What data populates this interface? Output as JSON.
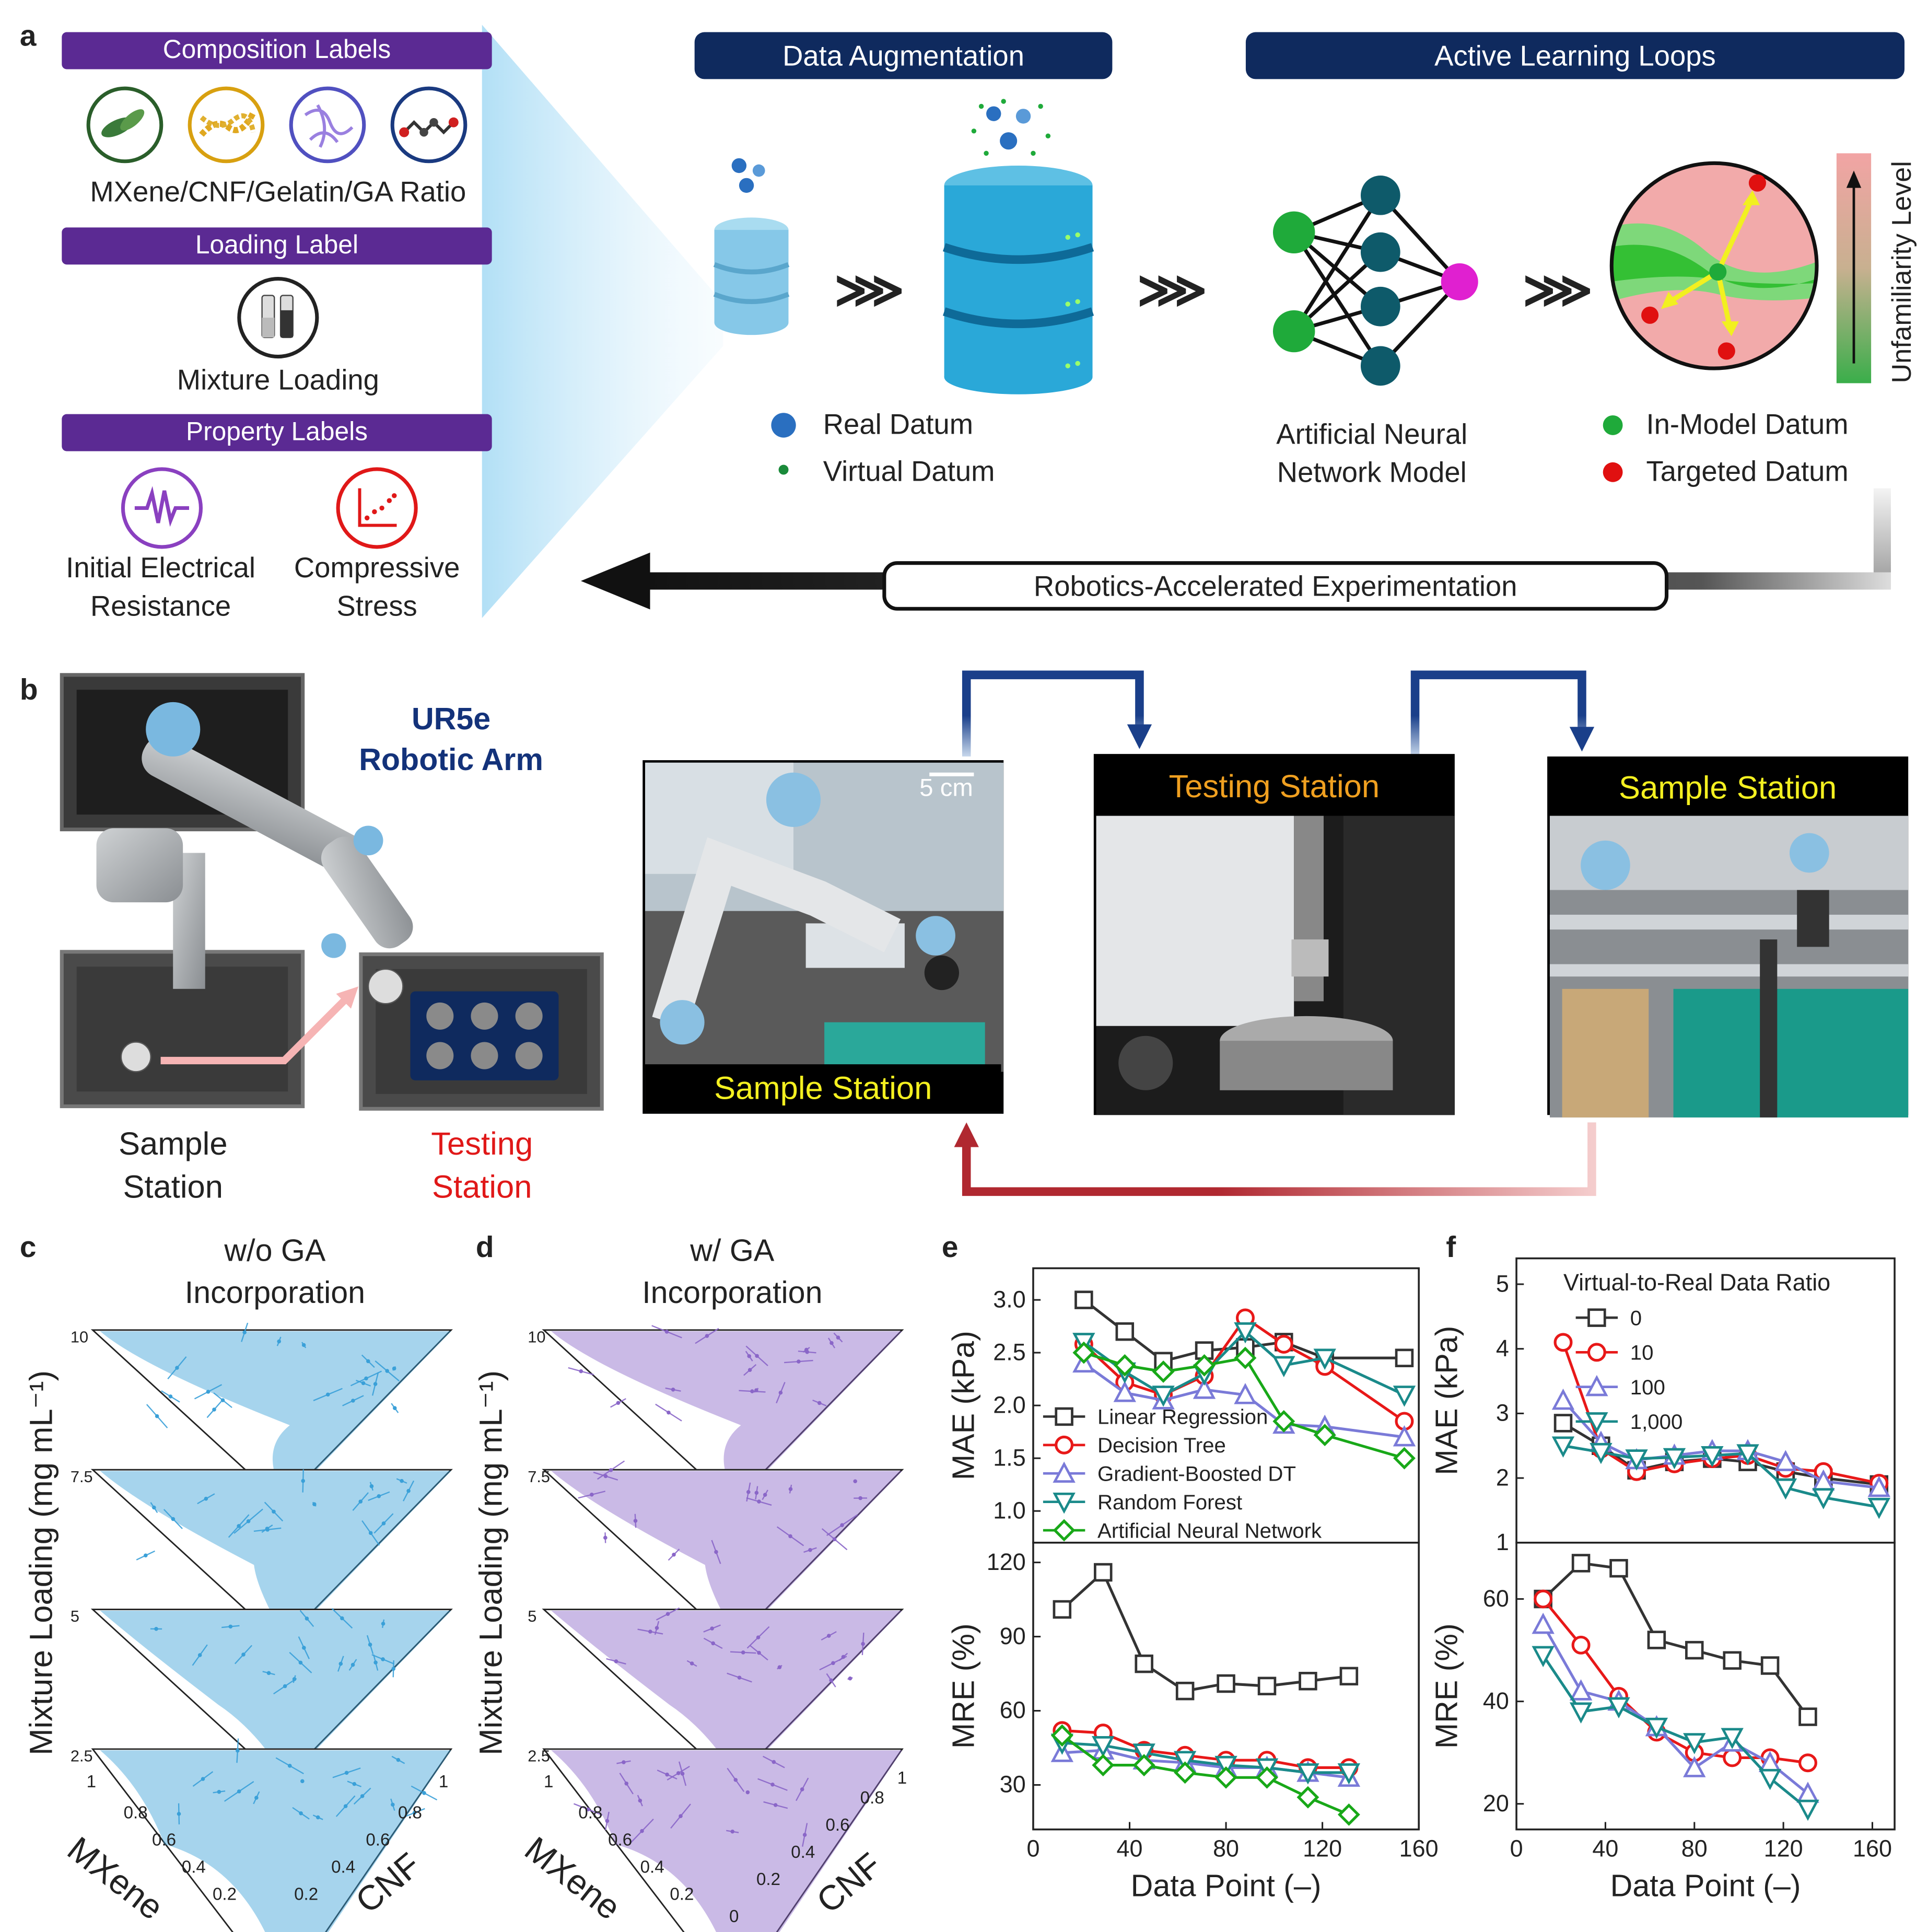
{
  "panel_labels": {
    "a": "a",
    "b": "b",
    "c": "c",
    "d": "d",
    "e": "e",
    "f": "f"
  },
  "panel_a": {
    "composition_labels": "Composition Labels",
    "composition_ratio": "MXene/CNF/Gelatin/GA Ratio",
    "loading_label": "Loading Label",
    "mixture_loading": "Mixture Loading",
    "property_labels": "Property Labels",
    "electrical_line1": "Initial Electrical",
    "electrical_line2": "Resistance",
    "stress_line1": "Compressive",
    "stress_line2": "Stress",
    "data_augmentation": "Data Augmentation",
    "active_learning": "Active Learning Loops",
    "real_datum": "Real Datum",
    "virtual_datum": "Virtual Datum",
    "ann_line1": "Artificial Neural",
    "ann_line2": "Network Model",
    "in_model": "In-Model Datum",
    "targeted": "Targeted Datum",
    "unfamiliarity": "Unfamiliarity Level",
    "robotics": "Robotics-Accelerated Experimentation",
    "chevrons": "⋙",
    "colors": {
      "purple": "#5b2a93",
      "navy": "#0f2a5e",
      "green": "#1faa3a",
      "red": "#e01010",
      "teal": "#0e5a6a",
      "magenta": "#e020d0"
    }
  },
  "panel_b": {
    "arm_line1": "UR5e",
    "arm_line2": "Robotic Arm",
    "sample_line1": "Sample",
    "sample_line2": "Station",
    "testing_line1": "Testing",
    "testing_line2": "Station",
    "scale_bar": "5 cm",
    "photo1_caption": "Sample Station",
    "photo2_caption": "Testing Station",
    "photo3_caption": "Sample Station"
  },
  "panel_c": {
    "title_line1": "w/o GA",
    "title_line2": "Incorporation",
    "color": "#3aa0d8"
  },
  "panel_d": {
    "title_line1": "w/ GA",
    "title_line2": "Incorporation",
    "color": "#8a66c8"
  },
  "ternary": {
    "ylabel": "Mixture Loading (mg mL⁻¹)",
    "levels": [
      "10",
      "7.5",
      "5",
      "2.5"
    ],
    "left_ticks": [
      "1",
      "0.8",
      "0.6",
      "0.4",
      "0.2"
    ],
    "right_ticks": [
      "0.2",
      "0.4",
      "0.6",
      "0.8",
      "1"
    ],
    "bottom_zero": "0",
    "mxene": "MXene",
    "cnf": "CNF"
  },
  "chart_data": [
    {
      "type": "line",
      "panel": "e-top",
      "xlabel": "",
      "ylabel": "MAE (kPa)",
      "ylim": [
        0.7,
        3.3
      ],
      "xlim": [
        0,
        160
      ],
      "yticks": [
        "1.0",
        "1.5",
        "2.0",
        "2.5",
        "3.0"
      ],
      "series": [
        {
          "name": "Linear Regression",
          "marker": "square",
          "color": "#333333",
          "x": [
            21,
            38,
            54,
            71,
            88,
            104,
            121,
            154
          ],
          "y": [
            3.0,
            2.7,
            2.42,
            2.52,
            2.55,
            2.6,
            2.45,
            2.45
          ]
        },
        {
          "name": "Decision Tree",
          "marker": "circle",
          "color": "#e81818",
          "x": [
            21,
            38,
            54,
            71,
            88,
            104,
            121,
            154
          ],
          "y": [
            2.58,
            2.22,
            2.1,
            2.28,
            2.83,
            2.58,
            2.37,
            1.85
          ]
        },
        {
          "name": "Gradient-Boosted DT",
          "marker": "triangle",
          "color": "#7a7ad8",
          "x": [
            21,
            38,
            54,
            71,
            88,
            104,
            121,
            154
          ],
          "y": [
            2.4,
            2.12,
            2.05,
            2.15,
            2.1,
            1.82,
            1.8,
            1.7
          ]
        },
        {
          "name": "Random Forest",
          "marker": "down-triangle",
          "color": "#1a8a8a",
          "x": [
            21,
            38,
            54,
            71,
            88,
            104,
            121,
            154
          ],
          "y": [
            2.6,
            2.32,
            2.1,
            2.3,
            2.7,
            2.38,
            2.45,
            2.1
          ]
        },
        {
          "name": "Artificial Neural Network",
          "marker": "diamond",
          "color": "#18a818",
          "x": [
            21,
            38,
            54,
            71,
            88,
            104,
            121,
            154
          ],
          "y": [
            2.5,
            2.38,
            2.32,
            2.38,
            2.45,
            1.85,
            1.72,
            1.5
          ]
        }
      ]
    },
    {
      "type": "line",
      "panel": "e-bottom",
      "xlabel": "Data Point (–)",
      "ylabel": "MRE (%)",
      "ylim": [
        12,
        128
      ],
      "xlim": [
        0,
        160
      ],
      "yticks": [
        "30",
        "60",
        "90",
        "120"
      ],
      "xticks": [
        "0",
        "40",
        "80",
        "120",
        "160"
      ],
      "series": [
        {
          "name": "Linear Regression",
          "marker": "square",
          "color": "#333333",
          "x": [
            12,
            29,
            46,
            63,
            80,
            97,
            114,
            131
          ],
          "y": [
            101,
            116,
            79,
            68,
            71,
            70,
            72,
            74
          ]
        },
        {
          "name": "Decision Tree",
          "marker": "circle",
          "color": "#e81818",
          "x": [
            12,
            29,
            46,
            63,
            80,
            97,
            114,
            131
          ],
          "y": [
            52,
            51,
            44,
            42,
            40,
            40,
            37,
            37
          ]
        },
        {
          "name": "Gradient-Boosted DT",
          "marker": "triangle",
          "color": "#7a7ad8",
          "x": [
            12,
            29,
            46,
            63,
            80,
            97,
            114,
            131
          ],
          "y": [
            43,
            44,
            40,
            39,
            37,
            37,
            35,
            33
          ]
        },
        {
          "name": "Random Forest",
          "marker": "down-triangle",
          "color": "#1a8a8a",
          "x": [
            12,
            29,
            46,
            63,
            80,
            97,
            114,
            131
          ],
          "y": [
            47,
            46,
            43,
            40,
            38,
            37,
            35,
            35
          ]
        },
        {
          "name": "Artificial Neural Network",
          "marker": "diamond",
          "color": "#18a818",
          "x": [
            12,
            29,
            46,
            63,
            80,
            97,
            114,
            131
          ],
          "y": [
            50,
            38,
            38,
            35,
            33,
            33,
            25,
            18
          ]
        }
      ]
    },
    {
      "type": "line",
      "panel": "f-top",
      "legend_title": "Virtual-to-Real Data Ratio",
      "xlabel": "",
      "ylabel": "MAE (kPa)",
      "ylim": [
        1,
        5.4
      ],
      "xlim": [
        0,
        170
      ],
      "yticks": [
        "1",
        "2",
        "3",
        "4",
        "5"
      ],
      "series": [
        {
          "name": "0",
          "marker": "square",
          "color": "#333333",
          "x": [
            21,
            38,
            54,
            71,
            88,
            104,
            121,
            138,
            163
          ],
          "y": [
            2.85,
            2.5,
            2.12,
            2.25,
            2.3,
            2.25,
            2.1,
            2.0,
            1.9
          ]
        },
        {
          "name": "10",
          "marker": "circle",
          "color": "#e81818",
          "x": [
            21,
            38,
            54,
            71,
            88,
            104,
            121,
            138,
            163
          ],
          "y": [
            4.1,
            2.45,
            2.1,
            2.22,
            2.3,
            2.35,
            2.15,
            2.1,
            1.92
          ]
        },
        {
          "name": "100",
          "marker": "triangle",
          "color": "#7a7ad8",
          "x": [
            21,
            38,
            54,
            71,
            88,
            104,
            121,
            138,
            163
          ],
          "y": [
            3.2,
            2.55,
            2.28,
            2.35,
            2.42,
            2.42,
            2.25,
            1.95,
            1.85
          ]
        },
        {
          "name": "1,000",
          "marker": "down-triangle",
          "color": "#1a8a8a",
          "x": [
            21,
            38,
            54,
            71,
            88,
            104,
            121,
            138,
            163
          ],
          "y": [
            2.5,
            2.4,
            2.3,
            2.32,
            2.35,
            2.38,
            1.85,
            1.7,
            1.55
          ]
        }
      ]
    },
    {
      "type": "line",
      "panel": "f-bottom",
      "xlabel": "Data Point (–)",
      "ylabel": "MRE (%)",
      "ylim": [
        15,
        71
      ],
      "xlim": [
        0,
        170
      ],
      "yticks": [
        "20",
        "40",
        "60"
      ],
      "xticks": [
        "0",
        "40",
        "80",
        "120",
        "160"
      ],
      "series": [
        {
          "name": "0",
          "marker": "square",
          "color": "#333333",
          "x": [
            12,
            29,
            46,
            63,
            80,
            97,
            114,
            131
          ],
          "y": [
            60,
            67,
            66,
            52,
            50,
            48,
            47,
            37
          ]
        },
        {
          "name": "10",
          "marker": "circle",
          "color": "#e81818",
          "x": [
            12,
            29,
            46,
            63,
            80,
            97,
            114,
            131
          ],
          "y": [
            60,
            51,
            41,
            34,
            30,
            29,
            29,
            28
          ]
        },
        {
          "name": "100",
          "marker": "triangle",
          "color": "#7a7ad8",
          "x": [
            12,
            29,
            46,
            63,
            80,
            97,
            114,
            131
          ],
          "y": [
            55,
            42,
            40,
            35,
            27,
            32,
            28,
            22
          ]
        },
        {
          "name": "1,000",
          "marker": "down-triangle",
          "color": "#1a8a8a",
          "x": [
            12,
            29,
            46,
            63,
            80,
            97,
            114,
            131
          ],
          "y": [
            49,
            38,
            39,
            35,
            32,
            33,
            25,
            19
          ]
        }
      ]
    }
  ]
}
